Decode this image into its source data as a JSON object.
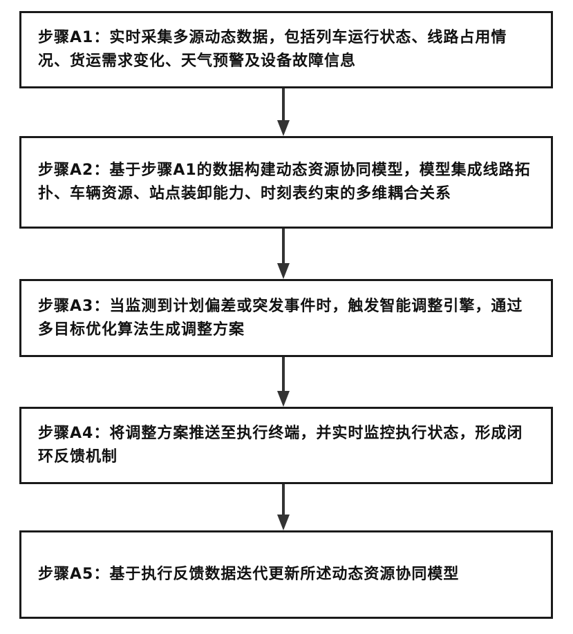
{
  "steps": [
    {
      "id": "A1",
      "text": "步骤A1：实时采集多源动态数据，包括列车运行状态、线路占用情况、货运需求变化、天气预警及设备故障信息"
    },
    {
      "id": "A2",
      "text": "步骤A2：基于步骤A1的数据构建动态资源协同模型，模型集成线路拓扑、车辆资源、站点装卸能力、时刻表约束的多维耦合关系"
    },
    {
      "id": "A3",
      "text": "步骤A3：当监测到计划偏差或突发事件时，触发智能调整引擎，通过多目标优化算法生成调整方案"
    },
    {
      "id": "A4",
      "text": "步骤A4：将调整方案推送至执行终端，并实时监控执行状态，形成闭环反馈机制"
    },
    {
      "id": "A5",
      "text": "步骤A5：基于执行反馈数据迭代更新所述动态资源协同模型"
    }
  ],
  "colors": {
    "border": "#1a1a1a",
    "arrow": "#333333",
    "text": "#111111",
    "background": "#ffffff"
  }
}
